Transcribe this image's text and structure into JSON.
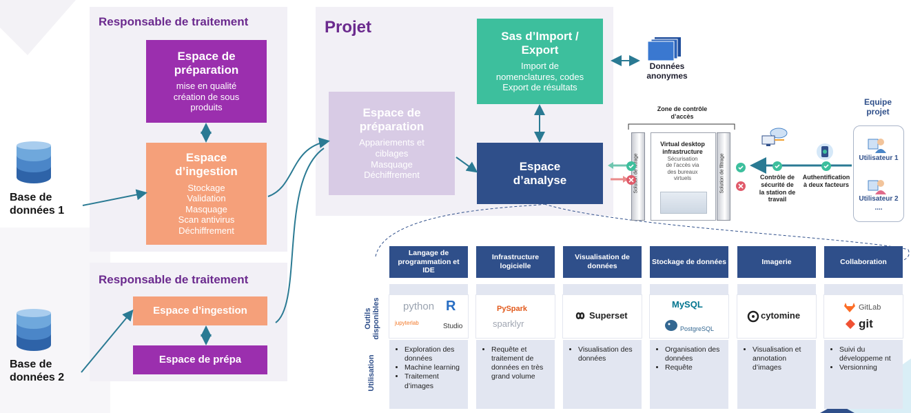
{
  "left_panel_top": {
    "title": "Responsable de traitement",
    "prep": {
      "title": "Espace de préparation",
      "line1": "mise en qualité",
      "line2": "création de sous",
      "line3": "produits"
    },
    "ingest": {
      "title1": "Espace",
      "title2": "d’ingestion",
      "lines": [
        "Stockage",
        "Validation",
        "Masquage",
        "Scan antivirus",
        "Déchiffrement"
      ]
    }
  },
  "left_panel_bottom": {
    "title": "Responsable de traitement",
    "ingest": "Espace d’ingestion",
    "prepa": "Espace de prépa"
  },
  "databases": [
    {
      "line1": "Base de",
      "line2": "données 1"
    },
    {
      "line1": "Base de",
      "line2": "données 2"
    }
  ],
  "project": {
    "title": "Projet",
    "prep": {
      "title1": "Espace de",
      "title2": "préparation",
      "lines": [
        "Appariements et",
        "ciblages",
        "Masquage",
        "Déchiffrement"
      ]
    },
    "sas": {
      "title1": "Sas d’Import /",
      "title2": "Export",
      "lines": [
        "Import de",
        "nomenclatures, codes",
        "Export de résultats"
      ]
    },
    "analyse": {
      "title1": "Espace",
      "title2": "d’analyse"
    },
    "anon": {
      "line1": "Données",
      "line2": "anonymes"
    }
  },
  "access_zone": {
    "title1": "Zone de contrôle",
    "title2": "d’accès",
    "filter_label": "Solution de filtrage",
    "vdi_title1": "Virtual desktop",
    "vdi_title2": "infrastructure",
    "vdi_lines": [
      "Sécurisation",
      "de l’accès via",
      "des  bureaux",
      "virtuels"
    ],
    "station_control": [
      "Contrôle de",
      "sécurité de",
      "la station de",
      "travail"
    ],
    "two_factor": [
      "Authentification",
      "à deux facteurs"
    ]
  },
  "team": {
    "title1": "Equipe",
    "title2": "projet",
    "user1": "Utilisateur 1",
    "user2": "Utilisateur 2",
    "more": "...."
  },
  "table": {
    "row_tools": "Outils disponibles",
    "row_usage": "Utilisation",
    "columns": [
      {
        "header": "Langage de programmation et IDE",
        "tools": [
          "python",
          "R",
          "jupyterlab",
          "Studio"
        ],
        "usage": [
          "Exploration des données",
          "Machine learning",
          "Traitement d’images"
        ]
      },
      {
        "header": "Infrastructure logicielle",
        "tools": [
          "PySpark",
          "sparklyr"
        ],
        "usage": [
          "Requête et traitement de données en très grand volume"
        ]
      },
      {
        "header": "Visualisation de données",
        "tools": [
          "Superset"
        ],
        "usage": [
          "Visualisation des données"
        ]
      },
      {
        "header": "Stockage de données",
        "tools": [
          "MySQL",
          "PostgreSQL"
        ],
        "usage": [
          "Organisation des données",
          "Requête"
        ]
      },
      {
        "header": "Imagerie",
        "tools": [
          "cytomine"
        ],
        "usage": [
          "Visualisation et annotation d’images"
        ]
      },
      {
        "header": "Collaboration",
        "tools": [
          "GitLab",
          "git"
        ],
        "usage": [
          "Suivi du développeme nt",
          "Versionning"
        ]
      }
    ]
  },
  "colors": {
    "purple": "#9b2fae",
    "orange": "#f5a07a",
    "green": "#3dbf9d",
    "navy": "#2f4f8a",
    "lavender": "#d8cbe5",
    "teal_arrow": "#2a7a93"
  }
}
